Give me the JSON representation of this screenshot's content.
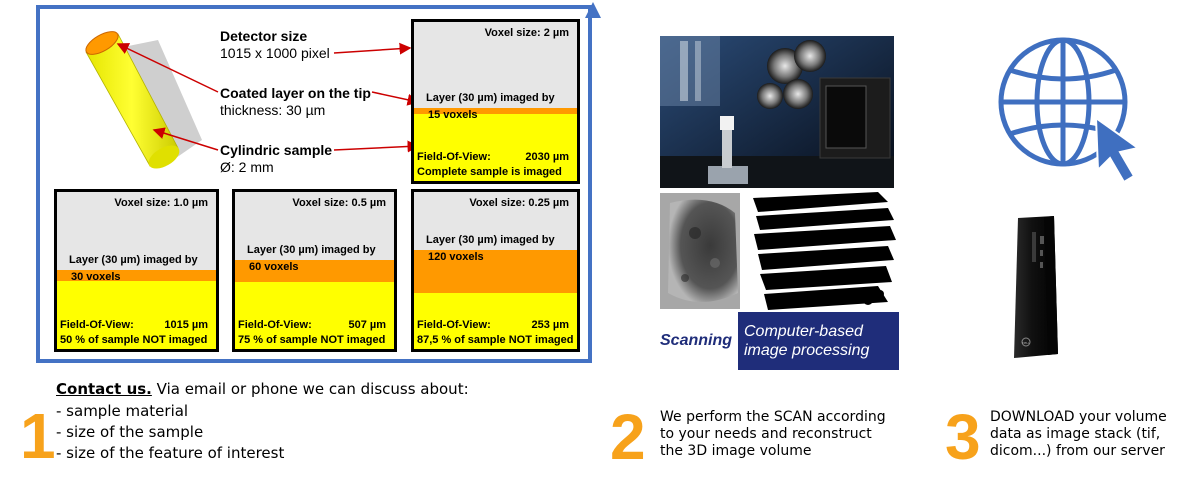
{
  "colors": {
    "frame": "#4472c4",
    "yellow": "#ffff00",
    "orange": "#ff9900",
    "panel_grey": "#e6e6e6",
    "step_number": "#f7a21b",
    "arrow_red": "#cc0000",
    "caption_navy": "#1f2d7a"
  },
  "diagram": {
    "labels": {
      "detector_title": "Detector size",
      "detector_value": "1015 x 1000 pixel",
      "coated_title": "Coated layer on the tip",
      "coated_value": "thickness: 30 µm",
      "sample_title": "Cylindric sample",
      "sample_value": "Ø: 2 mm"
    },
    "panels": [
      {
        "voxel": "Voxel size:   2 µm",
        "layer_label": "Layer (30 µm) imaged by",
        "voxels": "15 voxels",
        "fov_label": "Field-Of-View:",
        "fov_value": "2030 µm",
        "note": "Complete sample is imaged",
        "layer_fraction": 0.016
      },
      {
        "voxel": "Voxel size:   1.0 µm",
        "layer_label": "Layer (30 µm) imaged by",
        "voxels": "30 voxels",
        "fov_label": "Field-Of-View:",
        "fov_value": "1015 µm",
        "note": "50 % of sample NOT imaged",
        "layer_fraction": 0.03
      },
      {
        "voxel": "Voxel size:   0.5 µm",
        "layer_label": "Layer (30 µm) imaged by",
        "voxels": "60 voxels",
        "fov_label": "Field-Of-View:",
        "fov_value": "507 µm",
        "note": "75 % of sample NOT imaged",
        "layer_fraction": 0.06
      },
      {
        "voxel": "Voxel size:   0.25 µm",
        "layer_label": "Layer (30 µm) imaged by",
        "voxels": "120 voxels",
        "fov_label": "Field-Of-View:",
        "fov_value": "253 µm",
        "note": "87,5 % of sample NOT imaged",
        "layer_fraction": 0.12
      }
    ]
  },
  "step1": {
    "number": "1",
    "contact_link": "Contact us.",
    "intro": " Via email or phone we can discuss about:",
    "items": [
      "- sample material",
      "- size of the sample",
      "- size of the feature of interest"
    ]
  },
  "step2": {
    "number": "2",
    "scanning_caption": "Scanning",
    "processing_caption_1": "Computer-based",
    "processing_caption_2": "image processing",
    "text": [
      "We perform the SCAN according",
      "to your needs and reconstruct",
      "the 3D image volume"
    ]
  },
  "step3": {
    "number": "3",
    "brand": "DELL",
    "text": [
      "DOWNLOAD your volume",
      "data as image stack (tif,",
      "dicom...) from our server"
    ]
  },
  "icons": {
    "globe": "globe-icon",
    "cursor": "cursor-arrow-icon",
    "workstation": "desktop-tower-icon"
  }
}
